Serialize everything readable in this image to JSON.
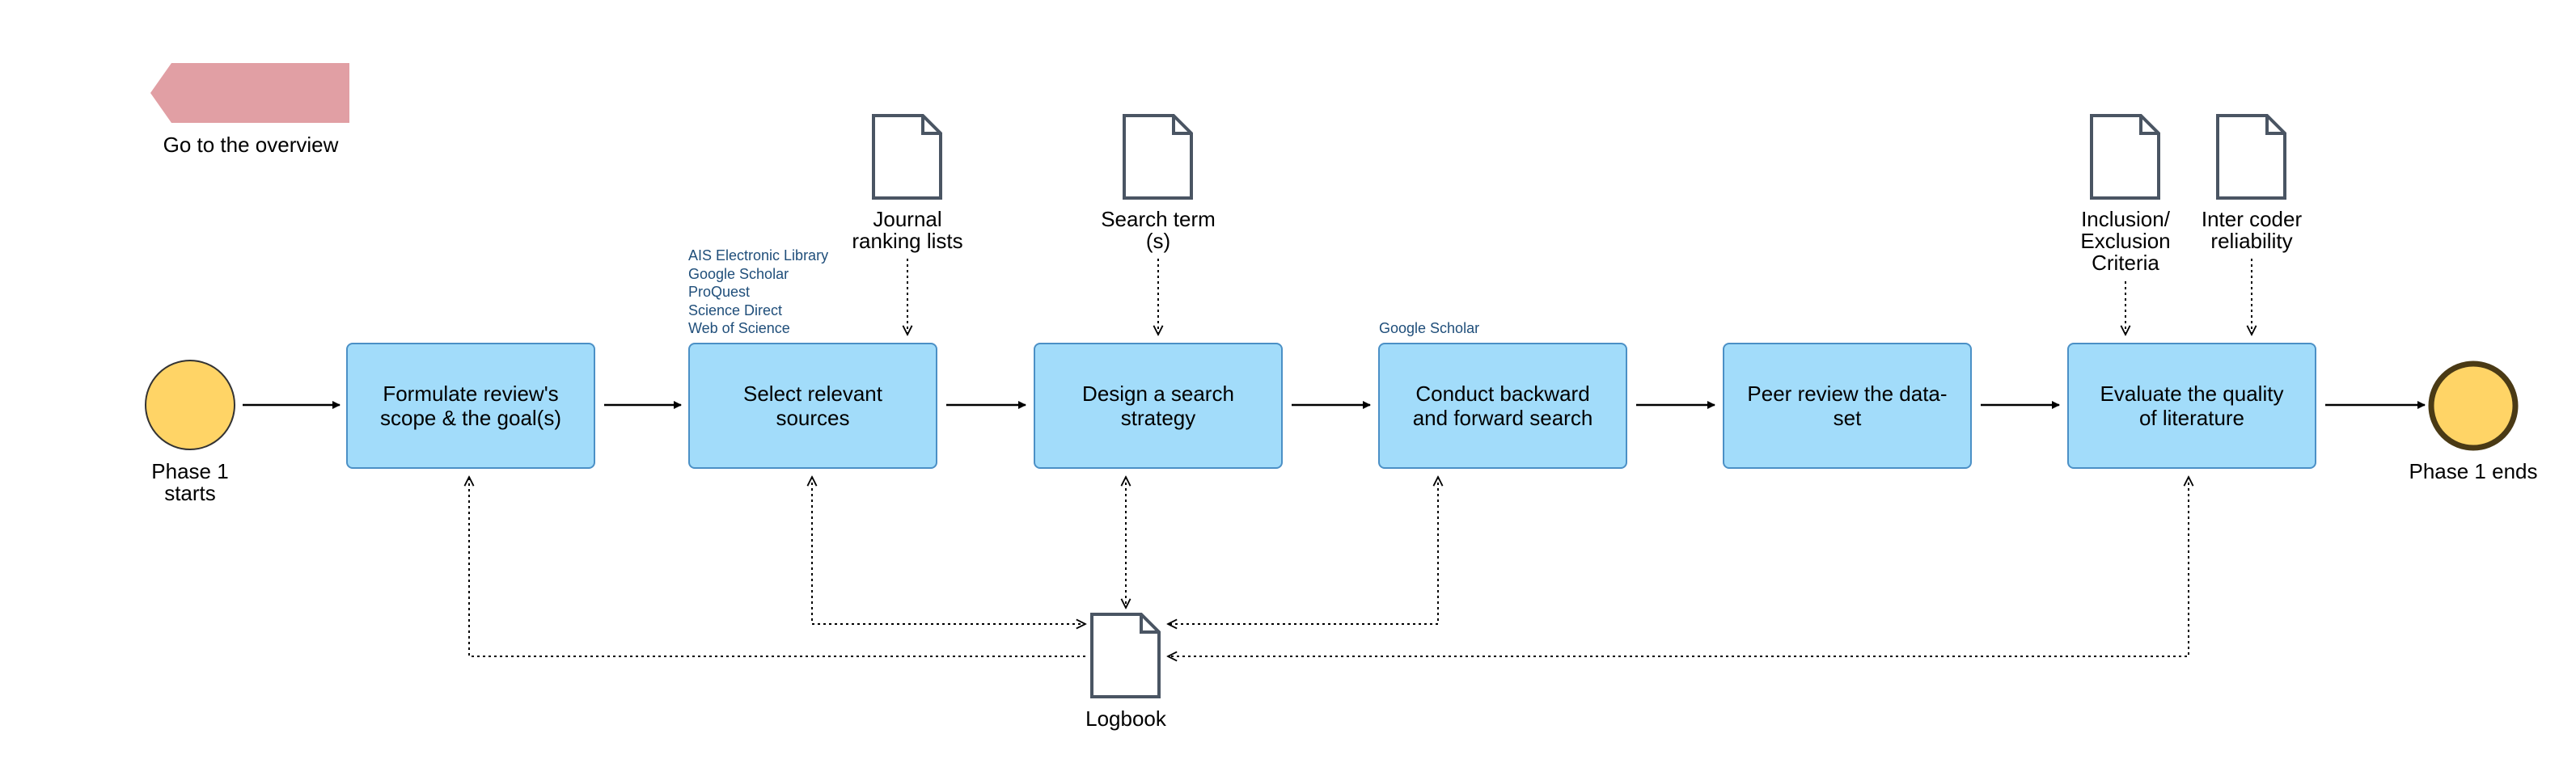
{
  "navigation": {
    "back_label": "Go to the overview",
    "back_color": "#e19fa4"
  },
  "events": {
    "start": {
      "line1": "Phase 1",
      "line2": "starts"
    },
    "end": {
      "label": "Phase 1 ends"
    }
  },
  "tasks": {
    "formulate": {
      "label": "Formulate review's scope & the goal(s)"
    },
    "select": {
      "label": "Select relevant sources"
    },
    "design": {
      "label": "Design a search strategy"
    },
    "conduct": {
      "label": "Conduct backward and forward search"
    },
    "peer": {
      "label": "Peer review the data-set"
    },
    "evaluate": {
      "label": "Evaluate the quality of literature"
    }
  },
  "documents": {
    "journal": {
      "line1": "Journal",
      "line2": "ranking lists"
    },
    "search_term": {
      "line1": "Search term",
      "line2": "(s)"
    },
    "inclusion": {
      "line1": "Inclusion/",
      "line2": "Exclusion",
      "line3": "Criteria"
    },
    "intercoder": {
      "line1": "Inter coder",
      "line2": "reliability"
    },
    "logbook": {
      "label": "Logbook"
    }
  },
  "annotations": {
    "sources": [
      "AIS Electronic Library",
      "Google Scholar",
      "ProQuest",
      "Science Direct",
      "Web of Science"
    ],
    "conduct_note": "Google Scholar"
  },
  "colors": {
    "task_fill": "#a2dcfa",
    "task_border": "#4b90c6",
    "event_fill": "#ffd466",
    "annotation_text": "#1f4e7a",
    "document_stroke": "#4a5563"
  }
}
